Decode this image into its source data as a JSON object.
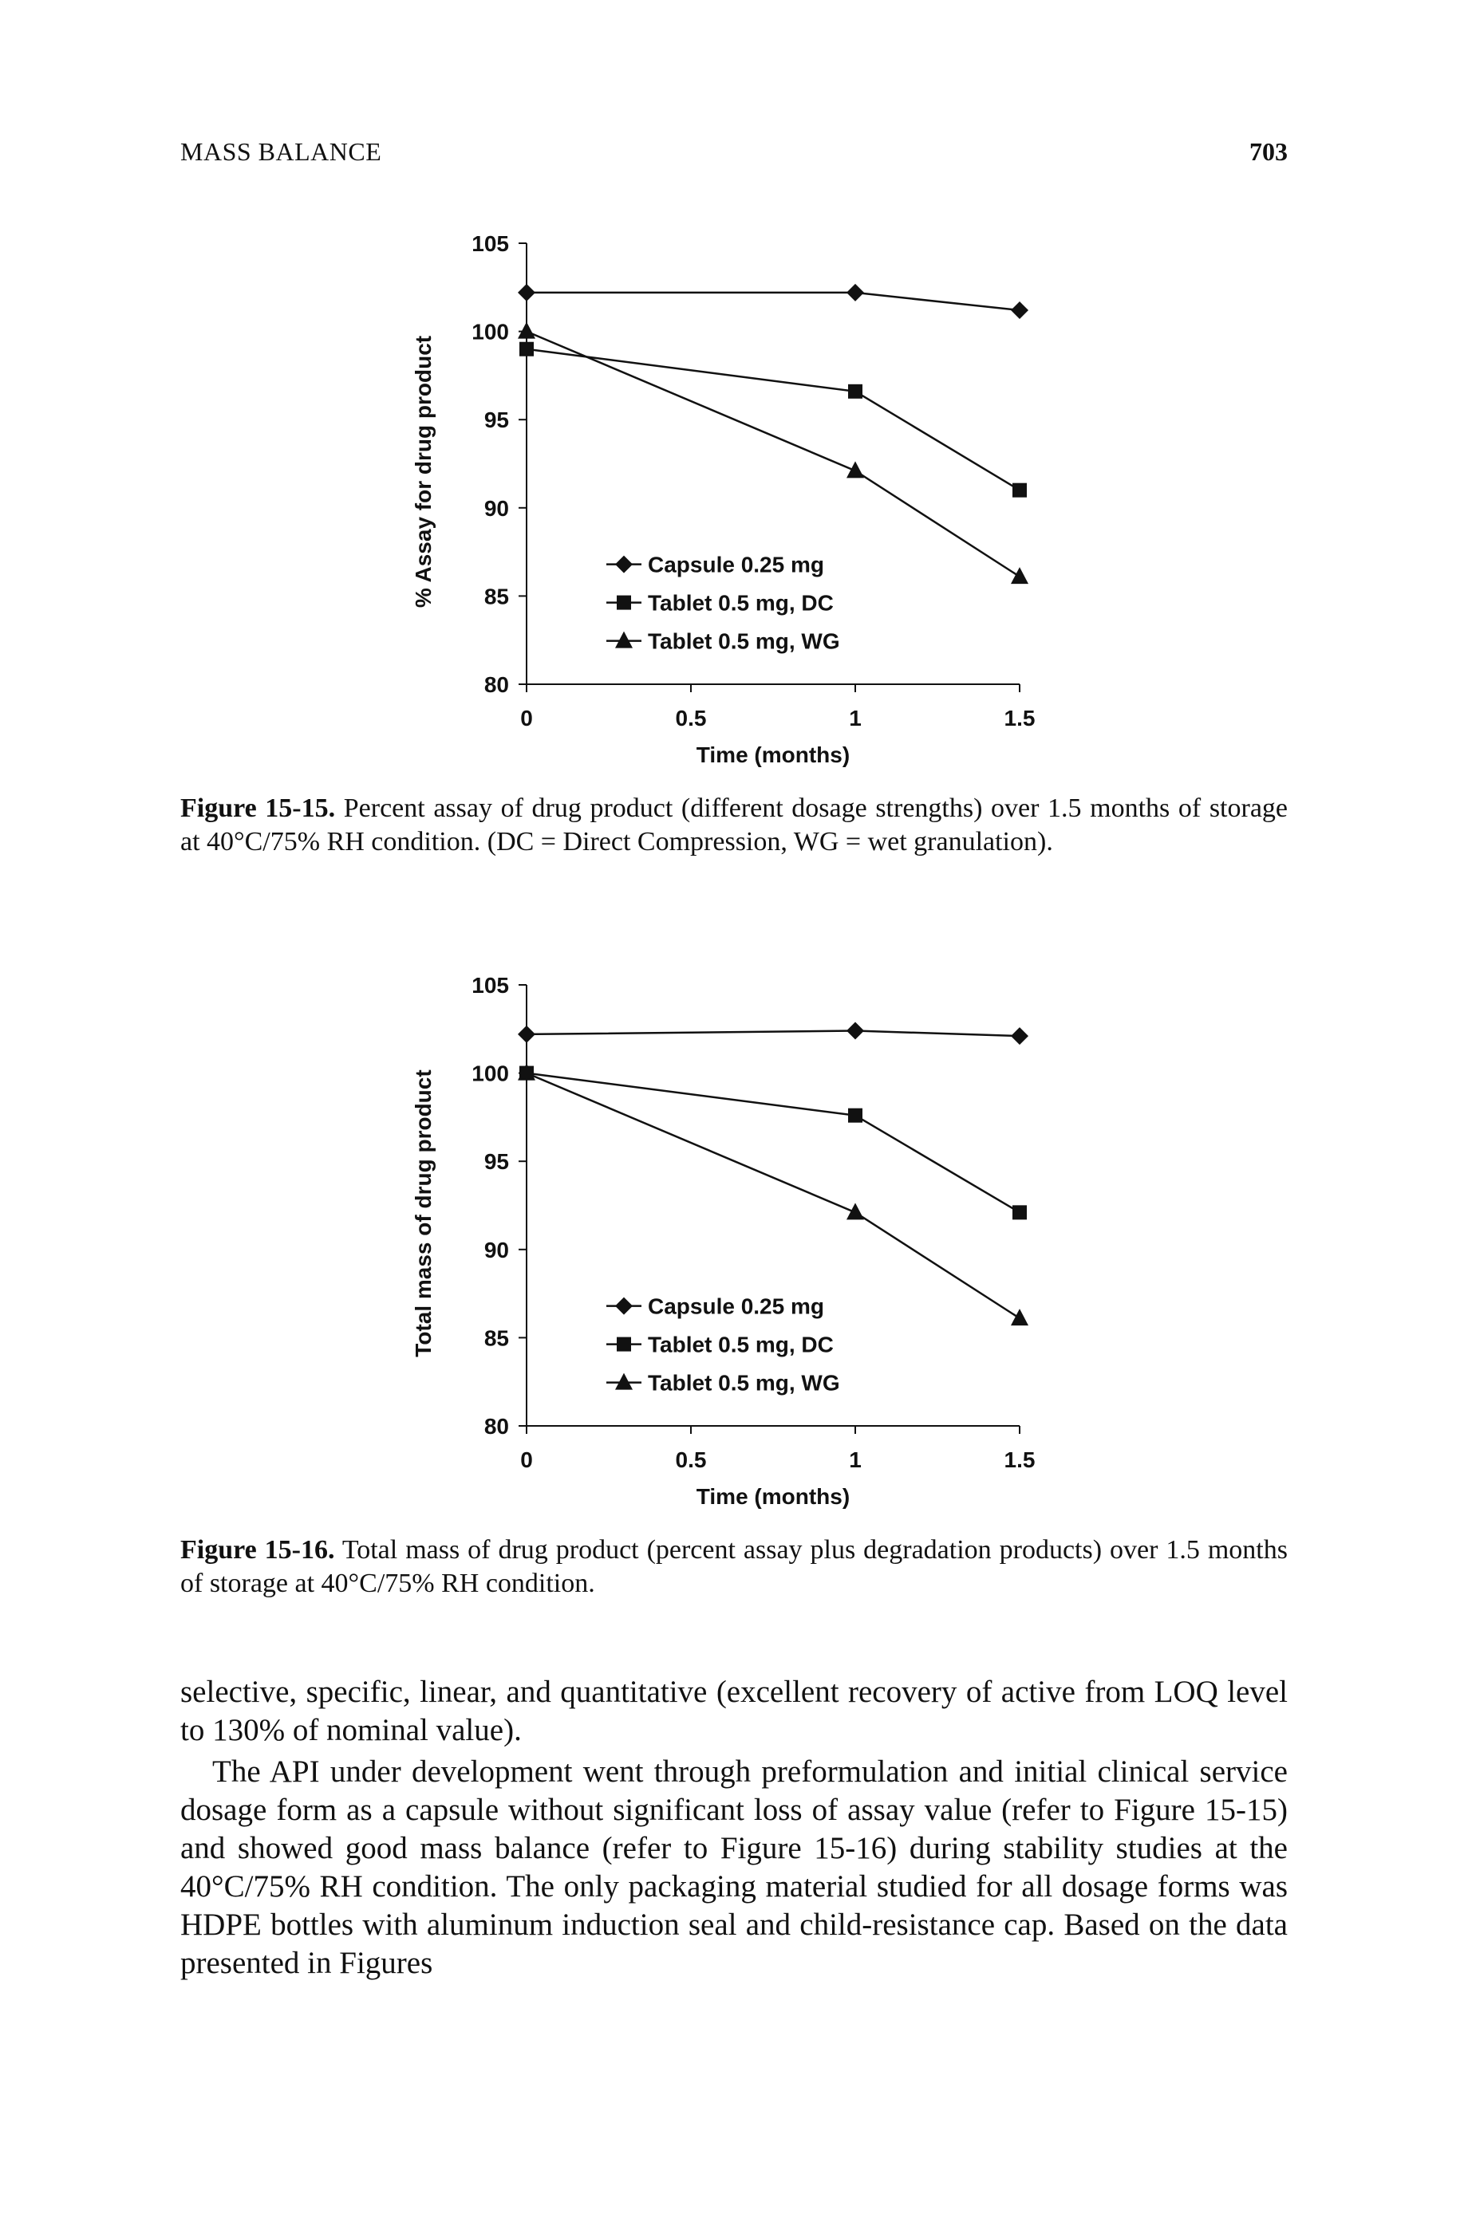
{
  "header": {
    "section": "MASS BALANCE",
    "page_number": "703"
  },
  "figures": [
    {
      "label": "Figure 15-15.",
      "caption": "Percent assay of drug product (different dosage strengths) over 1.5 months of storage at 40°C/75% RH condition. (DC = Direct Compression, WG = wet granulation)."
    },
    {
      "label": "Figure 15-16.",
      "caption": "Total mass of drug product (percent assay plus degradation products) over 1.5 months of storage at 40°C/75% RH condition."
    }
  ],
  "chart_data": [
    {
      "type": "line",
      "xlabel": "Time (months)",
      "ylabel": "% Assay for drug product",
      "xlim": [
        0,
        1.5
      ],
      "ylim": [
        80,
        105
      ],
      "xticks": [
        "0",
        "0.5",
        "1",
        "1.5"
      ],
      "yticks": [
        "80",
        "85",
        "90",
        "95",
        "100",
        "105"
      ],
      "grid": false,
      "legend_position": "bottom-center",
      "series": [
        {
          "name": "Capsule 0.25 mg",
          "marker": "diamond",
          "x": [
            0,
            1,
            1.5
          ],
          "y": [
            102.2,
            102.2,
            101.2
          ]
        },
        {
          "name": "Tablet 0.5 mg, DC",
          "marker": "square",
          "x": [
            0,
            1,
            1.5
          ],
          "y": [
            99.0,
            96.6,
            91.0
          ]
        },
        {
          "name": "Tablet 0.5 mg, WG",
          "marker": "triangle",
          "x": [
            0,
            1,
            1.5
          ],
          "y": [
            100.0,
            92.1,
            86.1
          ]
        }
      ]
    },
    {
      "type": "line",
      "xlabel": "Time (months)",
      "ylabel": "Total mass of drug product",
      "xlim": [
        0,
        1.5
      ],
      "ylim": [
        80,
        105
      ],
      "xticks": [
        "0",
        "0.5",
        "1",
        "1.5"
      ],
      "yticks": [
        "80",
        "85",
        "90",
        "95",
        "100",
        "105"
      ],
      "grid": false,
      "legend_position": "bottom-center",
      "series": [
        {
          "name": "Capsule 0.25 mg",
          "marker": "diamond",
          "x": [
            0,
            1,
            1.5
          ],
          "y": [
            102.2,
            102.4,
            102.1
          ]
        },
        {
          "name": "Tablet 0.5 mg, DC",
          "marker": "square",
          "x": [
            0,
            1,
            1.5
          ],
          "y": [
            100.0,
            97.6,
            92.1
          ]
        },
        {
          "name": "Tablet 0.5 mg, WG",
          "marker": "triangle",
          "x": [
            0,
            1,
            1.5
          ],
          "y": [
            100.0,
            92.1,
            86.1
          ]
        }
      ]
    }
  ],
  "body": {
    "paragraphs": [
      "selective, specific, linear, and quantitative (excellent recovery of active from LOQ level to 130% of nominal value).",
      "The API under development went through preformulation and initial clinical service dosage form as a capsule without significant loss of assay value (refer to Figure 15-15) and showed good mass balance (refer to Figure 15-16) during stability studies at the 40°C/75% RH condition. The only packaging material studied for all dosage forms was HDPE bottles with aluminum induction seal and child-resistance cap. Based on the data presented in Figures"
    ]
  }
}
